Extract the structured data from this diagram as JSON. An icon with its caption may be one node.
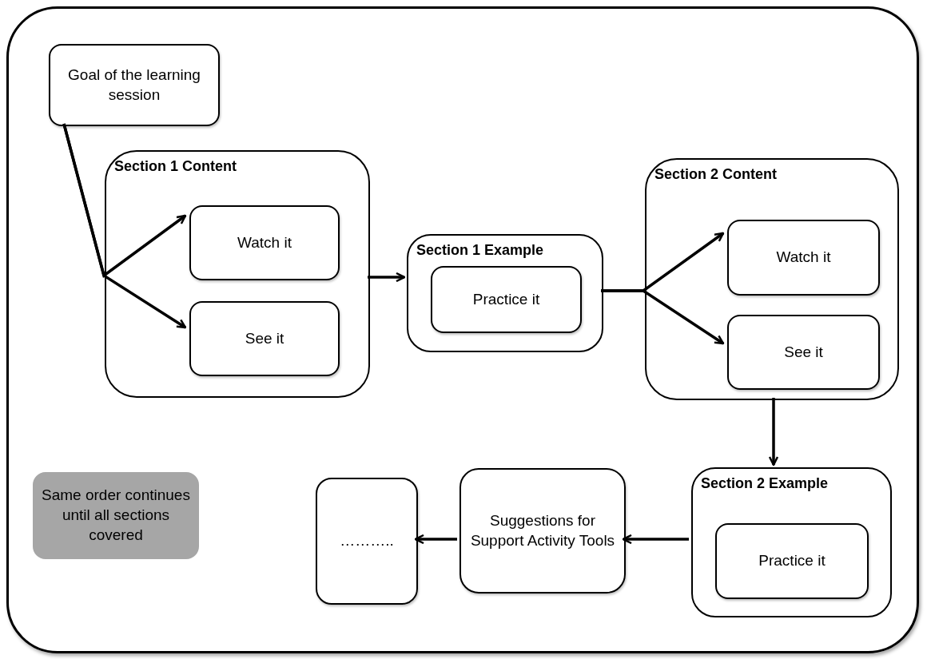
{
  "diagram": {
    "nodes": [
      {
        "text": [],
        "shape": "box"
      },
      {
        "text": [
          "Goal of the learning session"
        ],
        "in": 0
      },
      {
        "text": [
          "Section 1 Content"
        ],
        "in": 0
      },
      {
        "text": [
          "Watch it"
        ],
        "in": 2
      },
      {
        "text": [
          "See it"
        ],
        "in": 2
      },
      {
        "text": [
          "Section 1 Example"
        ],
        "in": 0
      },
      {
        "text": [
          "Practice it"
        ],
        "in": 5
      },
      {
        "text": [
          "Section 2 Content"
        ],
        "in": 0
      },
      {
        "text": [
          "Watch it"
        ],
        "in": 7
      },
      {
        "text": [
          "See it"
        ],
        "in": 7
      },
      {
        "text": [
          "Section 2 Example"
        ],
        "in": 0
      },
      {
        "text": [
          "Practice it"
        ],
        "in": 10
      },
      {
        "text": [
          "Suggestions for Support Activity Tools"
        ],
        "in": 0
      },
      {
        "text": [
          "……….."
        ],
        "in": 0
      },
      {
        "text": [
          "Same order continues until all sections covered"
        ],
        "in": 0
      }
    ],
    "edges": [
      {
        "from": 1,
        "to": 3,
        "arrow": "to"
      },
      {
        "from": 1,
        "to": 4,
        "arrow": "to"
      },
      {
        "from": 2,
        "to": 5,
        "arrow": "to"
      },
      {
        "from": 5,
        "to": 8,
        "arrow": "to"
      },
      {
        "from": 5,
        "to": 9,
        "arrow": "to"
      },
      {
        "from": 7,
        "to": 10,
        "arrow": "to"
      },
      {
        "from": 10,
        "to": 12,
        "arrow": "to"
      },
      {
        "from": 12,
        "to": 13,
        "arrow": "to"
      }
    ]
  }
}
